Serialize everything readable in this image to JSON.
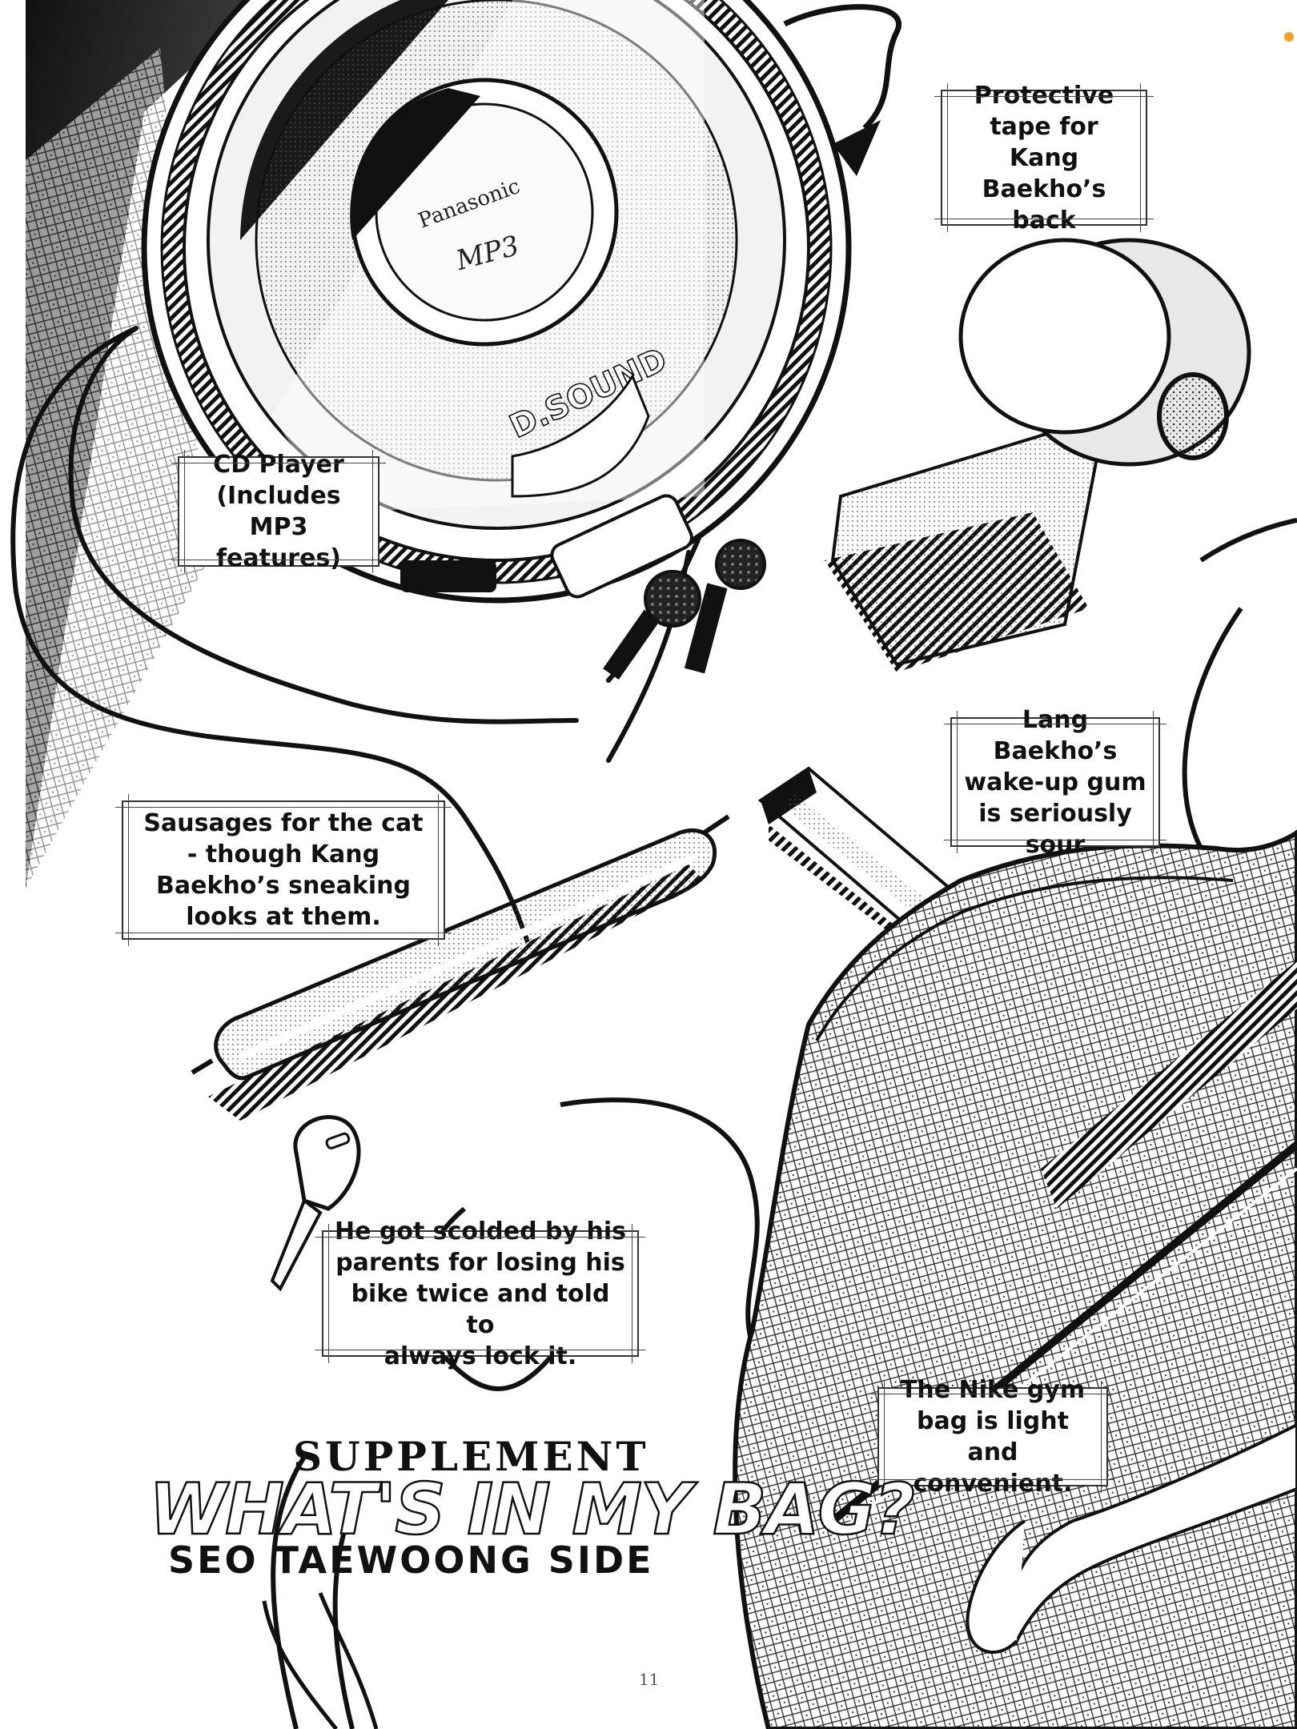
{
  "captions": {
    "tape": [
      "Protective",
      "tape for Kang",
      "Baekho’s",
      "back"
    ],
    "cd_player": [
      "CD Player",
      "(Includes MP3",
      "features)"
    ],
    "gum": [
      "Lang Baekho’s",
      "wake-up gum",
      "is seriously",
      "sour"
    ],
    "sausages": [
      "Sausages for the cat",
      "- though Kang",
      "Baekho’s sneaking",
      "looks at them."
    ],
    "key": [
      "He got scolded by his",
      "parents for losing his",
      "bike twice and told to",
      "always lock it."
    ],
    "bag": [
      "The Nike gym",
      "bag is light and",
      "convenient."
    ]
  },
  "cd_label": {
    "brand": "Panasonic",
    "model": "MP3",
    "logo": "D.SOUND"
  },
  "title": {
    "supplement": "SUPPLEMENT",
    "main": "WHAT'S IN MY BAG?",
    "side": "SEO TAEWOONG SIDE"
  },
  "page_number": "11",
  "colors": {
    "ink": "#111111",
    "paper": "#ffffff",
    "corner_dot": "#f0a020"
  }
}
